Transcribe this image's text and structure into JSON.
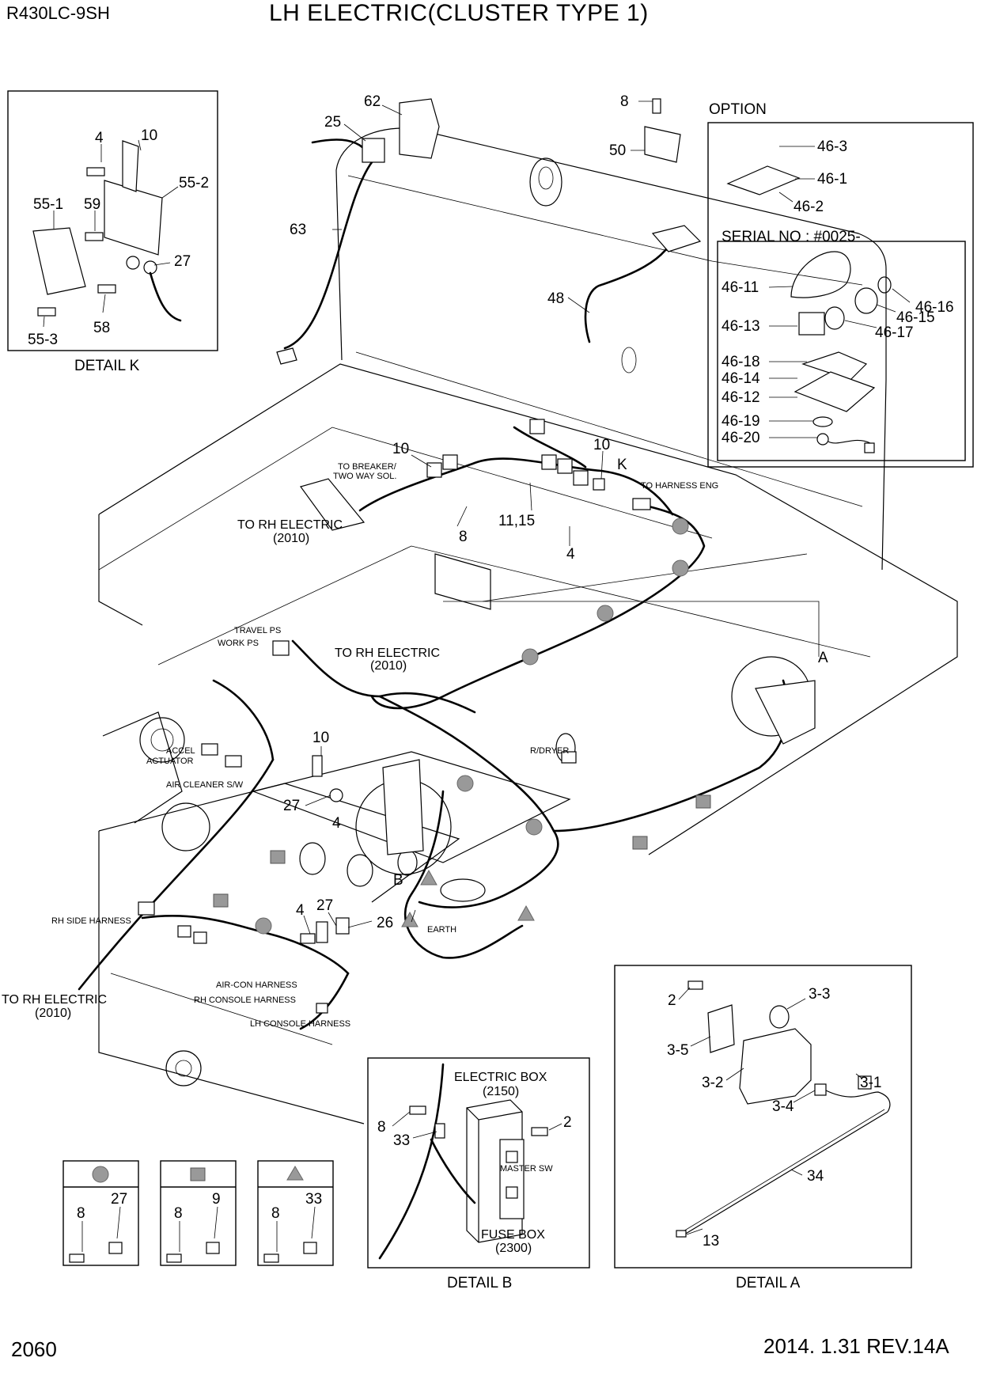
{
  "header": {
    "model": "R430LC-9SH",
    "title": "LH ELECTRIC(CLUSTER TYPE 1)"
  },
  "footer": {
    "page_number": "2060",
    "revision": "2014. 1.31  REV.14A"
  },
  "detail_k": {
    "caption": "DETAIL K",
    "callouts": [
      "4",
      "10",
      "55-2",
      "55-1",
      "59",
      "27",
      "58",
      "55-3"
    ]
  },
  "option": {
    "label": "OPTION",
    "serial": "SERIAL NO : #0025-",
    "callouts": [
      "46-3",
      "46-1",
      "46-2",
      "46-11",
      "46-16",
      "46-15",
      "46-17",
      "46-13",
      "46-18",
      "46-14",
      "46-12",
      "46-19",
      "46-20"
    ]
  },
  "main": {
    "callouts": [
      "62",
      "25",
      "8",
      "50",
      "63",
      "48",
      "10",
      "10",
      "K",
      "8",
      "11,15",
      "4",
      "A",
      "10",
      "27",
      "4",
      "B",
      "27",
      "4",
      "26"
    ],
    "labels": {
      "to_breaker": "TO BREAKER/",
      "two_way_sol": "TWO WAY SOL.",
      "to_harness_eng": "TO HARNESS ENG",
      "to_rh_electric": "TO RH ELECTRIC",
      "code_2010": "(2010)",
      "travel_ps": "TRAVEL PS",
      "work_ps": "WORK PS",
      "accel": "ACCEL",
      "actuator": "ACTUATOR",
      "air_cleaner_sw": "AIR CLEANER S/W",
      "r_dryer": "R/DRYER",
      "rh_side_harness": "RH SIDE HARNESS",
      "earth": "EARTH",
      "air_con_harness": "AIR-CON HARNESS",
      "rh_console_harness": "RH CONSOLE HARNESS",
      "lh_console_harness": "LH CONSOLE HARNESS"
    }
  },
  "legend": [
    {
      "symbol": "circle",
      "callouts": [
        "8",
        "27"
      ]
    },
    {
      "symbol": "square",
      "callouts": [
        "8",
        "9"
      ]
    },
    {
      "symbol": "triangle",
      "callouts": [
        "8",
        "33"
      ]
    }
  ],
  "detail_b": {
    "caption": "DETAIL B",
    "electric_box": "ELECTRIC BOX",
    "electric_box_code": "(2150)",
    "master_sw": "MASTER SW",
    "fuse_box": "FUSE BOX",
    "fuse_box_code": "(2300)",
    "callouts": [
      "8",
      "33",
      "2"
    ]
  },
  "detail_a": {
    "caption": "DETAIL A",
    "callouts": [
      "2",
      "3-3",
      "3-5",
      "3-2",
      "3-1",
      "3-4",
      "34",
      "13"
    ]
  }
}
